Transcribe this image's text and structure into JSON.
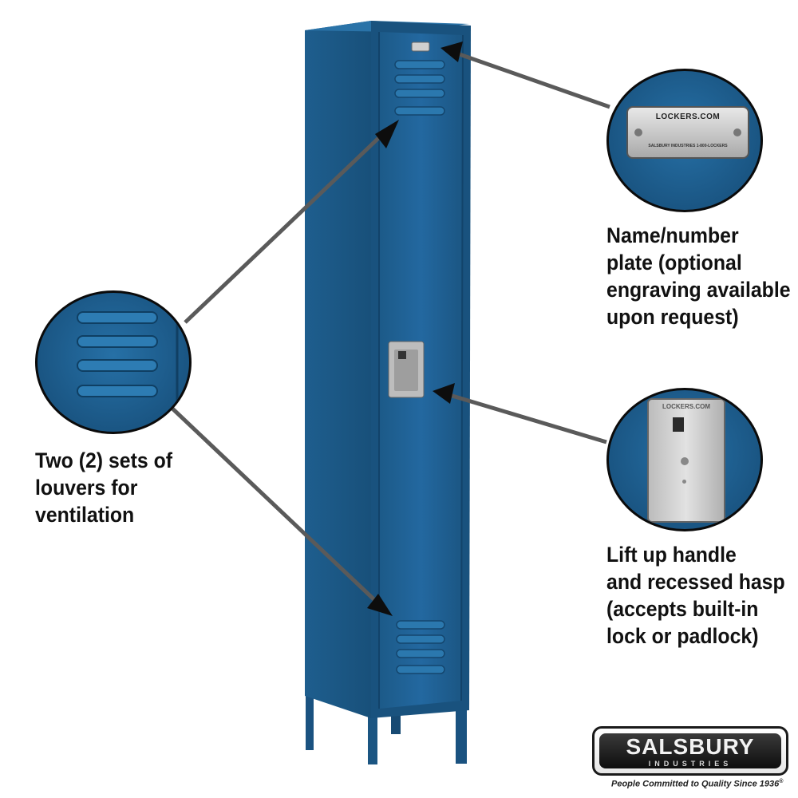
{
  "colors": {
    "locker_blue": "#1f5f8f",
    "locker_dark": "#154466",
    "locker_light": "#2a73a6",
    "arrow": "#555555",
    "text": "#111111",
    "steel": "#c8c8c8"
  },
  "callouts": {
    "nameplate": {
      "caption_lines": [
        "Name/number",
        "plate (optional",
        "engraving available",
        "upon request)"
      ],
      "plate_brand": "LOCKERS.COM",
      "plate_footer": "SALSBURY INDUSTRIES   1-800-LOCKERS"
    },
    "louvers": {
      "caption_lines": [
        "Two (2) sets of",
        "louvers for",
        "ventilation"
      ]
    },
    "handle": {
      "caption_lines": [
        "Lift up handle",
        "and recessed hasp",
        "(accepts built-in",
        "lock or padlock)"
      ],
      "handle_brand": "LOCKERS.COM"
    }
  },
  "logo": {
    "name": "SALSBURY",
    "sub": "INDUSTRIES",
    "tagline": "People Committed to Quality Since 1936",
    "registered": "®"
  }
}
